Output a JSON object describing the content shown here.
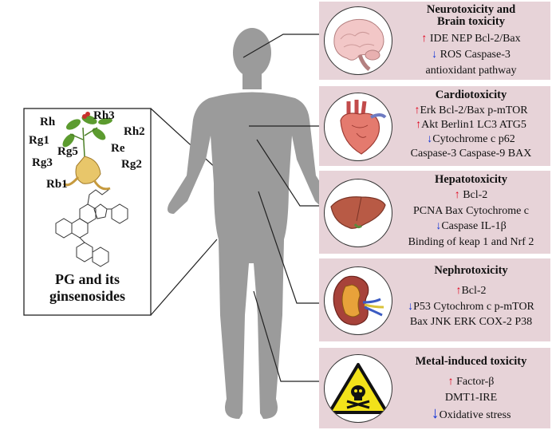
{
  "ginseng": {
    "labels": [
      "Rh",
      "Rh3",
      "Rh2",
      "Rg1",
      "Rg5",
      "Re",
      "Rg3",
      "Rg2",
      "Rb1"
    ],
    "caption_line1": "PG and its",
    "caption_line2": "ginsenosides"
  },
  "panels": {
    "neuro": {
      "title1": "Neurotoxicity and",
      "title2": "Brain toxicity",
      "up": "IDE NEP Bcl-2/Bax",
      "down": "ROS Caspase-3",
      "extra": "antioxidant pathway"
    },
    "cardio": {
      "title": "Cardiotoxicity",
      "up1": "Erk Bcl-2/Bax p-mTOR",
      "up2": "Akt Berlin1 LC3 ATG5",
      "down1": "Cytochrome c p62",
      "down2": "Caspase-3 Caspase-9 BAX"
    },
    "hepato": {
      "title": "Hepatotoxicity",
      "up": "Bcl-2",
      "mid": "PCNA Bax Cytochrome c",
      "down": "Caspase IL-1β",
      "extra": "Binding of keap 1 and Nrf 2"
    },
    "nephro": {
      "title": "Nephrotoxicity",
      "up": "Bcl-2",
      "down": "P53 Cytochrom c p-mTOR",
      "extra": "Bax JNK ERK COX-2 P38"
    },
    "metal": {
      "title": "Metal-induced toxicity",
      "up": "Factor-β",
      "mid": "DMT1-IRE",
      "down": "Oxidative stress"
    }
  },
  "colors": {
    "panel_bg": "#e7d3d8",
    "body": "#9a9a9a",
    "up_arrow": "#e0001a",
    "down_arrow": "#1233d6"
  },
  "icons": [
    "brain-icon",
    "heart-icon",
    "liver-icon",
    "kidney-icon",
    "skull-warning-icon",
    "ginseng-root-icon",
    "molecule-structure-icon"
  ]
}
